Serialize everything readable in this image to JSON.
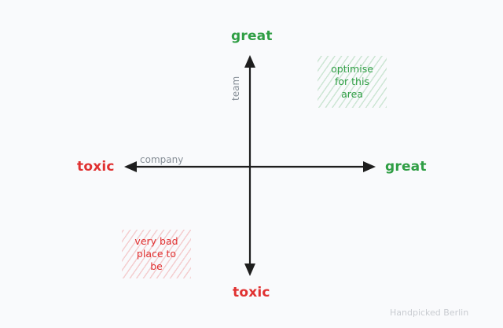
{
  "diagram": {
    "vertical_axis": {
      "label": "team",
      "top_label": "great",
      "bottom_label": "toxic"
    },
    "horizontal_axis": {
      "label": "company",
      "left_label": "toxic",
      "right_label": "great"
    },
    "zones": [
      {
        "id": "top-right",
        "lines": [
          "optimise",
          "for this",
          "area"
        ],
        "color": "#2f9e44"
      },
      {
        "id": "bottom-left",
        "lines": [
          "very bad",
          "place to",
          "be"
        ],
        "color": "#e03131"
      }
    ],
    "colors": {
      "good": "#2f9e44",
      "bad": "#e03131",
      "axis": "#1e1e1e",
      "axis_label": "#868e96",
      "background": "#f9fafc"
    },
    "watermark": "Handpicked Berlin"
  }
}
